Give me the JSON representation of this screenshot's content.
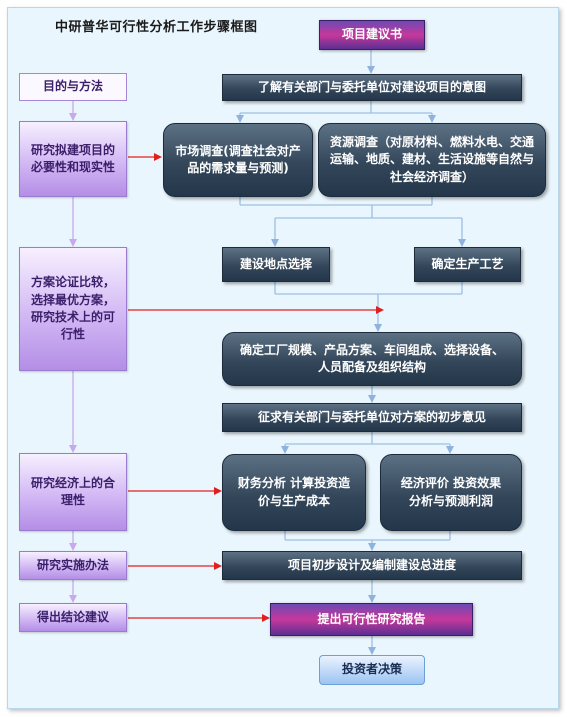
{
  "title": "中研普华可行性分析工作步骤框图",
  "left": {
    "header": "目的与方法",
    "s1": "研究拟建项目的必要性和现实性",
    "s2": "方案论证比较，选择最优方案，研究技术上的可行性",
    "s3": "研究经济上的合理性",
    "s4": "研究实施办法",
    "s5": "得出结论建议"
  },
  "flow": {
    "b1": "项目建议书",
    "b2": "了解有关部门与委托单位对建设项目的意图",
    "b3a": "市场调查(调查社会对产品的需求量与预测)",
    "b3b": "资源调查（对原材料、燃料水电、交通运输、地质、建材、生活设施等自然与社会经济调查）",
    "b4a": "建设地点选择",
    "b4b": "确定生产工艺",
    "b5": "确定工厂规模、产品方案、车间组成、选择设备、人员配备及组织结构",
    "b6": "征求有关部门与委托单位对方案的初步意见",
    "b7a": "财务分析 计算投资造价与生产成本",
    "b7b": "经济评价 投资效果分析与预测利润",
    "b8": "项目初步设计及编制建设总进度",
    "b9": "提出可行性研究报告",
    "b10": "投资者决策"
  }
}
